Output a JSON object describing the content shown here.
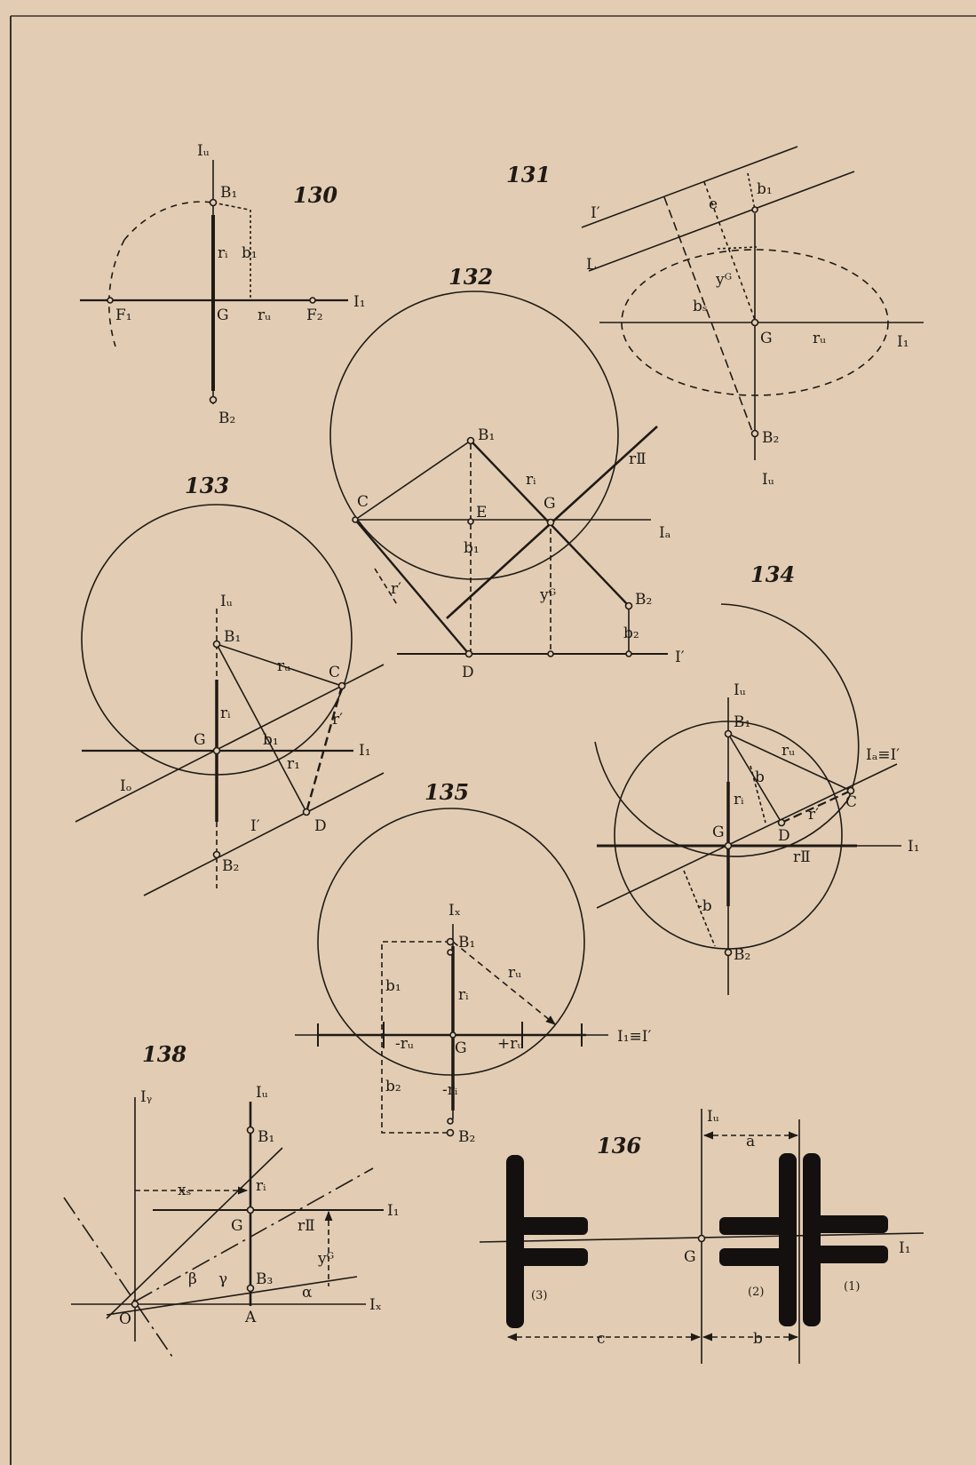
{
  "figures": {
    "f130": {
      "number": "130",
      "labels": {
        "Iu": "Iᵤ",
        "B1": "B₁",
        "B2": "B₂",
        "b1": "b₁",
        "ri": "rᵢ",
        "G": "G",
        "ru": "rᵤ",
        "F1": "F₁",
        "F2": "F₂",
        "I1": "I₁"
      }
    },
    "f131": {
      "number": "131",
      "labels": {
        "Ip": "I′",
        "L": "L",
        "e": "e",
        "b1": "b₁",
        "yG": "yᴳ",
        "bs": "bₛ",
        "G": "G",
        "ru": "rᵤ",
        "I1": "I₁",
        "B2": "B₂",
        "Iu": "Iᵤ"
      }
    },
    "f132": {
      "number": "132",
      "labels": {
        "B1": "B₁",
        "ri": "rᵢ",
        "rII": "rⅡ",
        "C": "C",
        "E": "E",
        "G": "G",
        "Ia": "Iₐ",
        "b1": "b₁",
        "rp": "r′",
        "yG": "yᴳ",
        "B2": "B₂",
        "b2": "b₂",
        "D": "D",
        "Ip": "I′"
      }
    },
    "f133": {
      "number": "133",
      "labels": {
        "Iu": "Iᵤ",
        "B1": "B₁",
        "ru": "rᵤ",
        "C": "C",
        "ri": "rᵢ",
        "G": "G",
        "b1": "b₁",
        "rp": "r′",
        "I1": "I₁",
        "Io": "Iₒ",
        "rr": "r₁",
        "Ip": "I′",
        "D": "D",
        "B2": "B₂"
      }
    },
    "f134": {
      "number": "134",
      "labels": {
        "Iu": "Iᵤ",
        "B1": "B₁",
        "ru": "rᵤ",
        "IaIp": "Iₐ≡I′",
        "C": "C",
        "b": "b",
        "ri": "rᵢ",
        "rp": "r′",
        "G": "G",
        "D": "D",
        "rII": "rⅡ",
        "I1": "I₁",
        "mb": "-b",
        "B2": "B₂"
      }
    },
    "f135": {
      "number": "135",
      "labels": {
        "Iz": "Iₓ",
        "B1": "B₁",
        "b1": "b₁",
        "ri": "rᵢ",
        "ru": "rᵤ",
        "mru": "-rᵤ",
        "G": "G",
        "rc": "+rᵤ",
        "I1Ip": "I₁≡I′",
        "b2": "b₂",
        "mri": "-rᵢ",
        "B2": "B₂"
      }
    },
    "f136": {
      "number": "136",
      "labels": {
        "Iu": "Iᵤ",
        "a": "a",
        "G": "G",
        "I1": "I₁",
        "p3": "(3)",
        "p2": "(2)",
        "p1": "(1)",
        "c": "c",
        "b": "b"
      }
    },
    "f138": {
      "number": "138",
      "labels": {
        "Iy": "Iᵧ",
        "Iu": "Iᵤ",
        "B1": "B₁",
        "xs": "xₛ",
        "ri": "rᵢ",
        "G": "G",
        "I1": "I₁",
        "rII": "rⅡ",
        "yG": "yᴳ",
        "beta": "β",
        "gamma": "γ",
        "B3": "B₃",
        "alpha": "α",
        "O": "O",
        "A": "A",
        "Ix": "Iₓ"
      }
    }
  }
}
